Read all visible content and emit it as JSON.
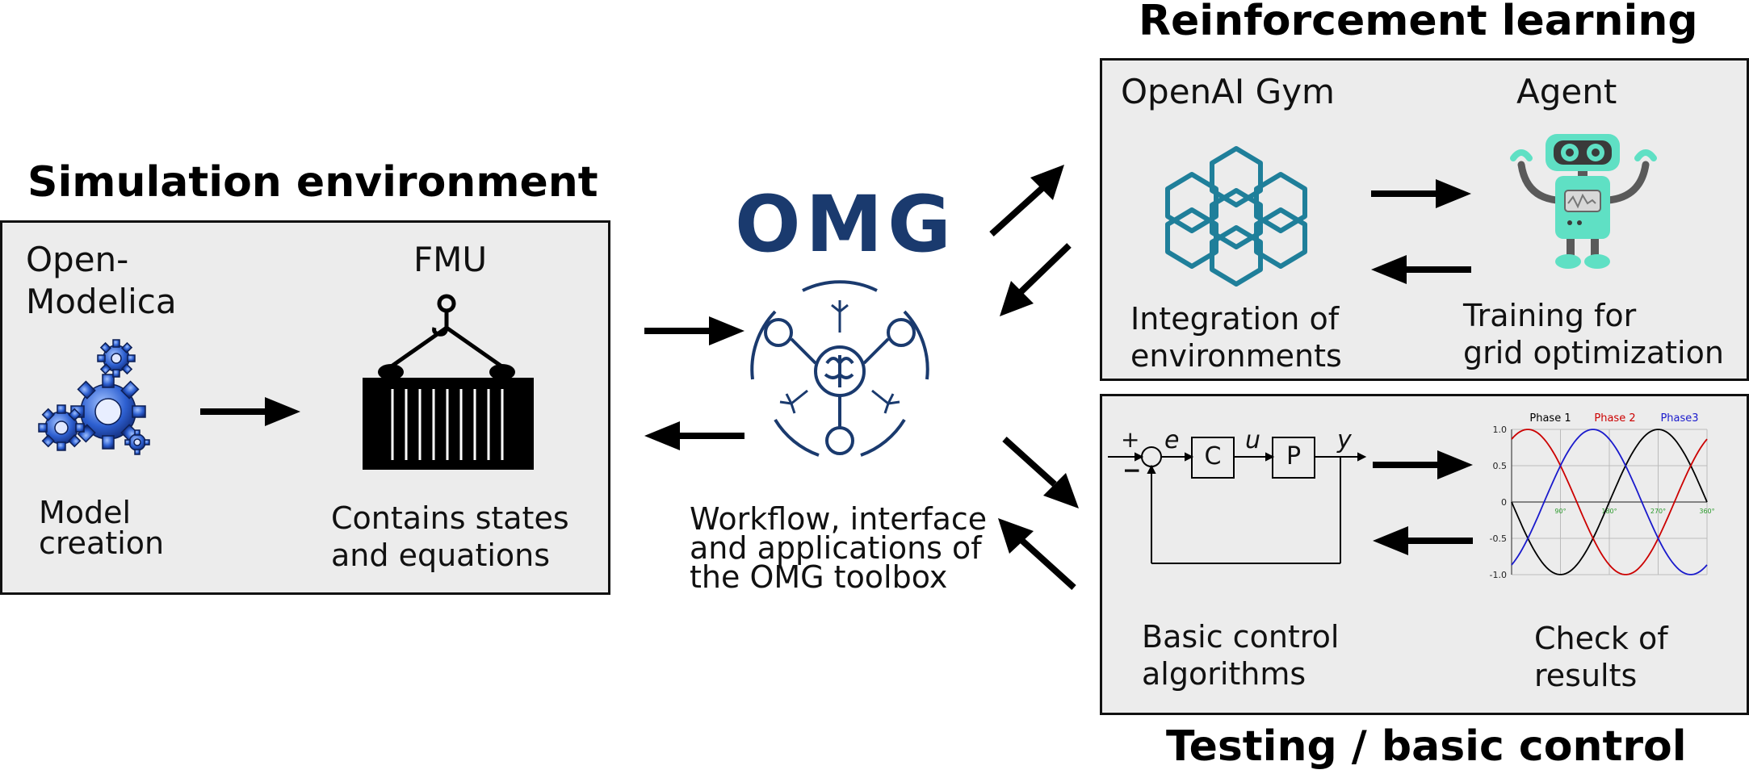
{
  "simulation": {
    "heading": "Simulation environment",
    "openmodelica_label": [
      "Open-",
      "Modelica"
    ],
    "fmu_label": "FMU",
    "model_caption": [
      "Model",
      "creation"
    ],
    "fmu_caption": [
      "Contains states",
      "and equations"
    ]
  },
  "omg": {
    "title": "OMG",
    "caption": [
      "Workflow, interface",
      "and applications of",
      "the OMG toolbox"
    ]
  },
  "rl": {
    "heading": "Reinforcement learning",
    "gym_label": "OpenAI Gym",
    "agent_label": "Agent",
    "gym_caption": [
      "Integration of",
      "environments"
    ],
    "agent_caption": [
      "Training for",
      "grid optimization"
    ]
  },
  "testing": {
    "heading": "Testing / basic control",
    "block_plus": "+",
    "block_minus": "−",
    "signal_e": "e",
    "signal_u": "u",
    "signal_y": "y",
    "controller": "C",
    "plant": "P",
    "control_caption": [
      "Basic control",
      "algorithms"
    ],
    "results_caption": [
      "Check of",
      "results"
    ]
  },
  "chart_data": {
    "type": "line",
    "x_ticks": [
      "90°",
      "180°",
      "270°",
      "360°"
    ],
    "y_ticks": [
      "1.0",
      "0.5",
      "0",
      "-0.5",
      "-1.0"
    ],
    "ylim": [
      -1.0,
      1.0
    ],
    "xlim_deg": [
      0,
      360
    ],
    "series": [
      {
        "name": "Phase 1",
        "color": "#000000",
        "phase_deg": 0
      },
      {
        "name": "Phase 2",
        "color": "#cc0000",
        "phase_deg": -120
      },
      {
        "name": "Phase3",
        "color": "#1a1acc",
        "phase_deg": 120
      }
    ],
    "grid": true
  },
  "colors": {
    "panel_bg": "#ececec",
    "omg_blue": "#1a3a6e",
    "gym_teal": "#1f7f9a",
    "robot_teal": "#5fe0c4",
    "gear_blue": "#2050c0"
  }
}
